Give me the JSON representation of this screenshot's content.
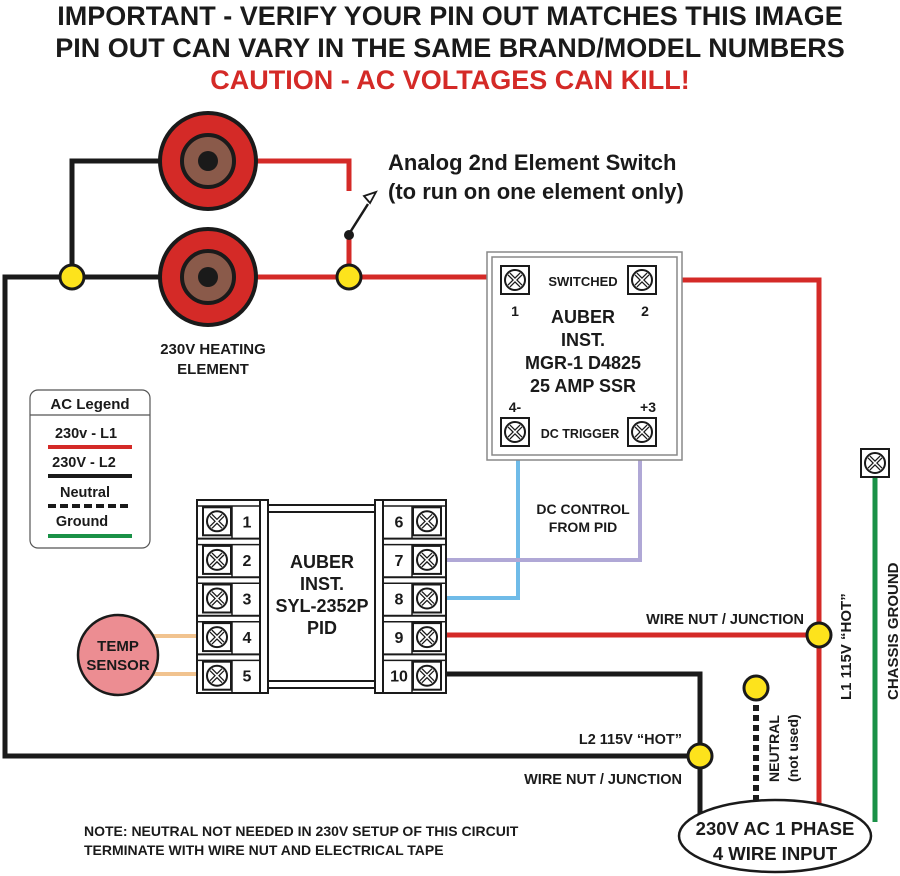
{
  "header": {
    "line1": "IMPORTANT - VERIFY YOUR PIN OUT MATCHES THIS IMAGE",
    "line2": "PIN OUT CAN VARY IN THE SAME BRAND/MODEL NUMBERS",
    "caution": "CAUTION - AC VOLTAGES CAN KILL!"
  },
  "colors": {
    "l1": "#d42a27",
    "l2": "#1a1a1a",
    "ground": "#1a9147",
    "junction": "#fde31c",
    "dc_negative": "#6fbbe8",
    "dc_positive": "#b0a8d6",
    "sensor_wire": "#f1c38f",
    "sensor_fill": "#ec8d92",
    "element_outer": "#d42a27",
    "element_inner": "#8a5a4a",
    "caution": "#d42a27"
  },
  "heating_element": {
    "label_line1": "230V HEATING",
    "label_line2": "ELEMENT"
  },
  "switch": {
    "label_line1": "Analog 2nd Element Switch",
    "label_line2": "(to run on one element only)"
  },
  "legend": {
    "title": "AC Legend",
    "items": [
      {
        "label": "230v - L1",
        "style": "solid",
        "color": "#d42a27"
      },
      {
        "label": "230V - L2",
        "style": "solid",
        "color": "#1a1a1a"
      },
      {
        "label": "Neutral",
        "style": "dashed",
        "color": "#1a1a1a"
      },
      {
        "label": "Ground",
        "style": "solid",
        "color": "#1a9147"
      }
    ]
  },
  "ssr": {
    "switched_label": "SWITCHED",
    "pin1": "1",
    "pin2": "2",
    "pin4": "4-",
    "pin3": "+3",
    "title_lines": [
      "AUBER",
      "INST.",
      "MGR-1 D4825",
      "25 AMP SSR"
    ],
    "trigger_label": "DC TRIGGER"
  },
  "pid": {
    "title_lines": [
      "AUBER",
      "INST.",
      "SYL-2352P",
      "PID"
    ],
    "left_pins": [
      "1",
      "2",
      "3",
      "4",
      "5"
    ],
    "right_pins": [
      "6",
      "7",
      "8",
      "9",
      "10"
    ]
  },
  "dc_control": {
    "line1": "DC CONTROL",
    "line2": "FROM PID"
  },
  "temp_sensor": {
    "line1": "TEMP",
    "line2": "SENSOR"
  },
  "junction_l1": "WIRE NUT / JUNCTION",
  "junction_l2": "WIRE NUT / JUNCTION",
  "l1_hot": "L1 115V “HOT”",
  "l2_hot": "L2 115V “HOT”",
  "chassis_ground": "CHASSIS GROUND",
  "neutral": {
    "line1": "NEUTRAL",
    "line2": "(not used)"
  },
  "input": {
    "line1": "230V AC 1 PHASE",
    "line2": "4 WIRE INPUT"
  },
  "note": {
    "line1": "NOTE: NEUTRAL NOT NEEDED IN 230V SETUP OF THIS CIRCUIT",
    "line2": "TERMINATE WITH WIRE NUT AND ELECTRICAL TAPE"
  }
}
